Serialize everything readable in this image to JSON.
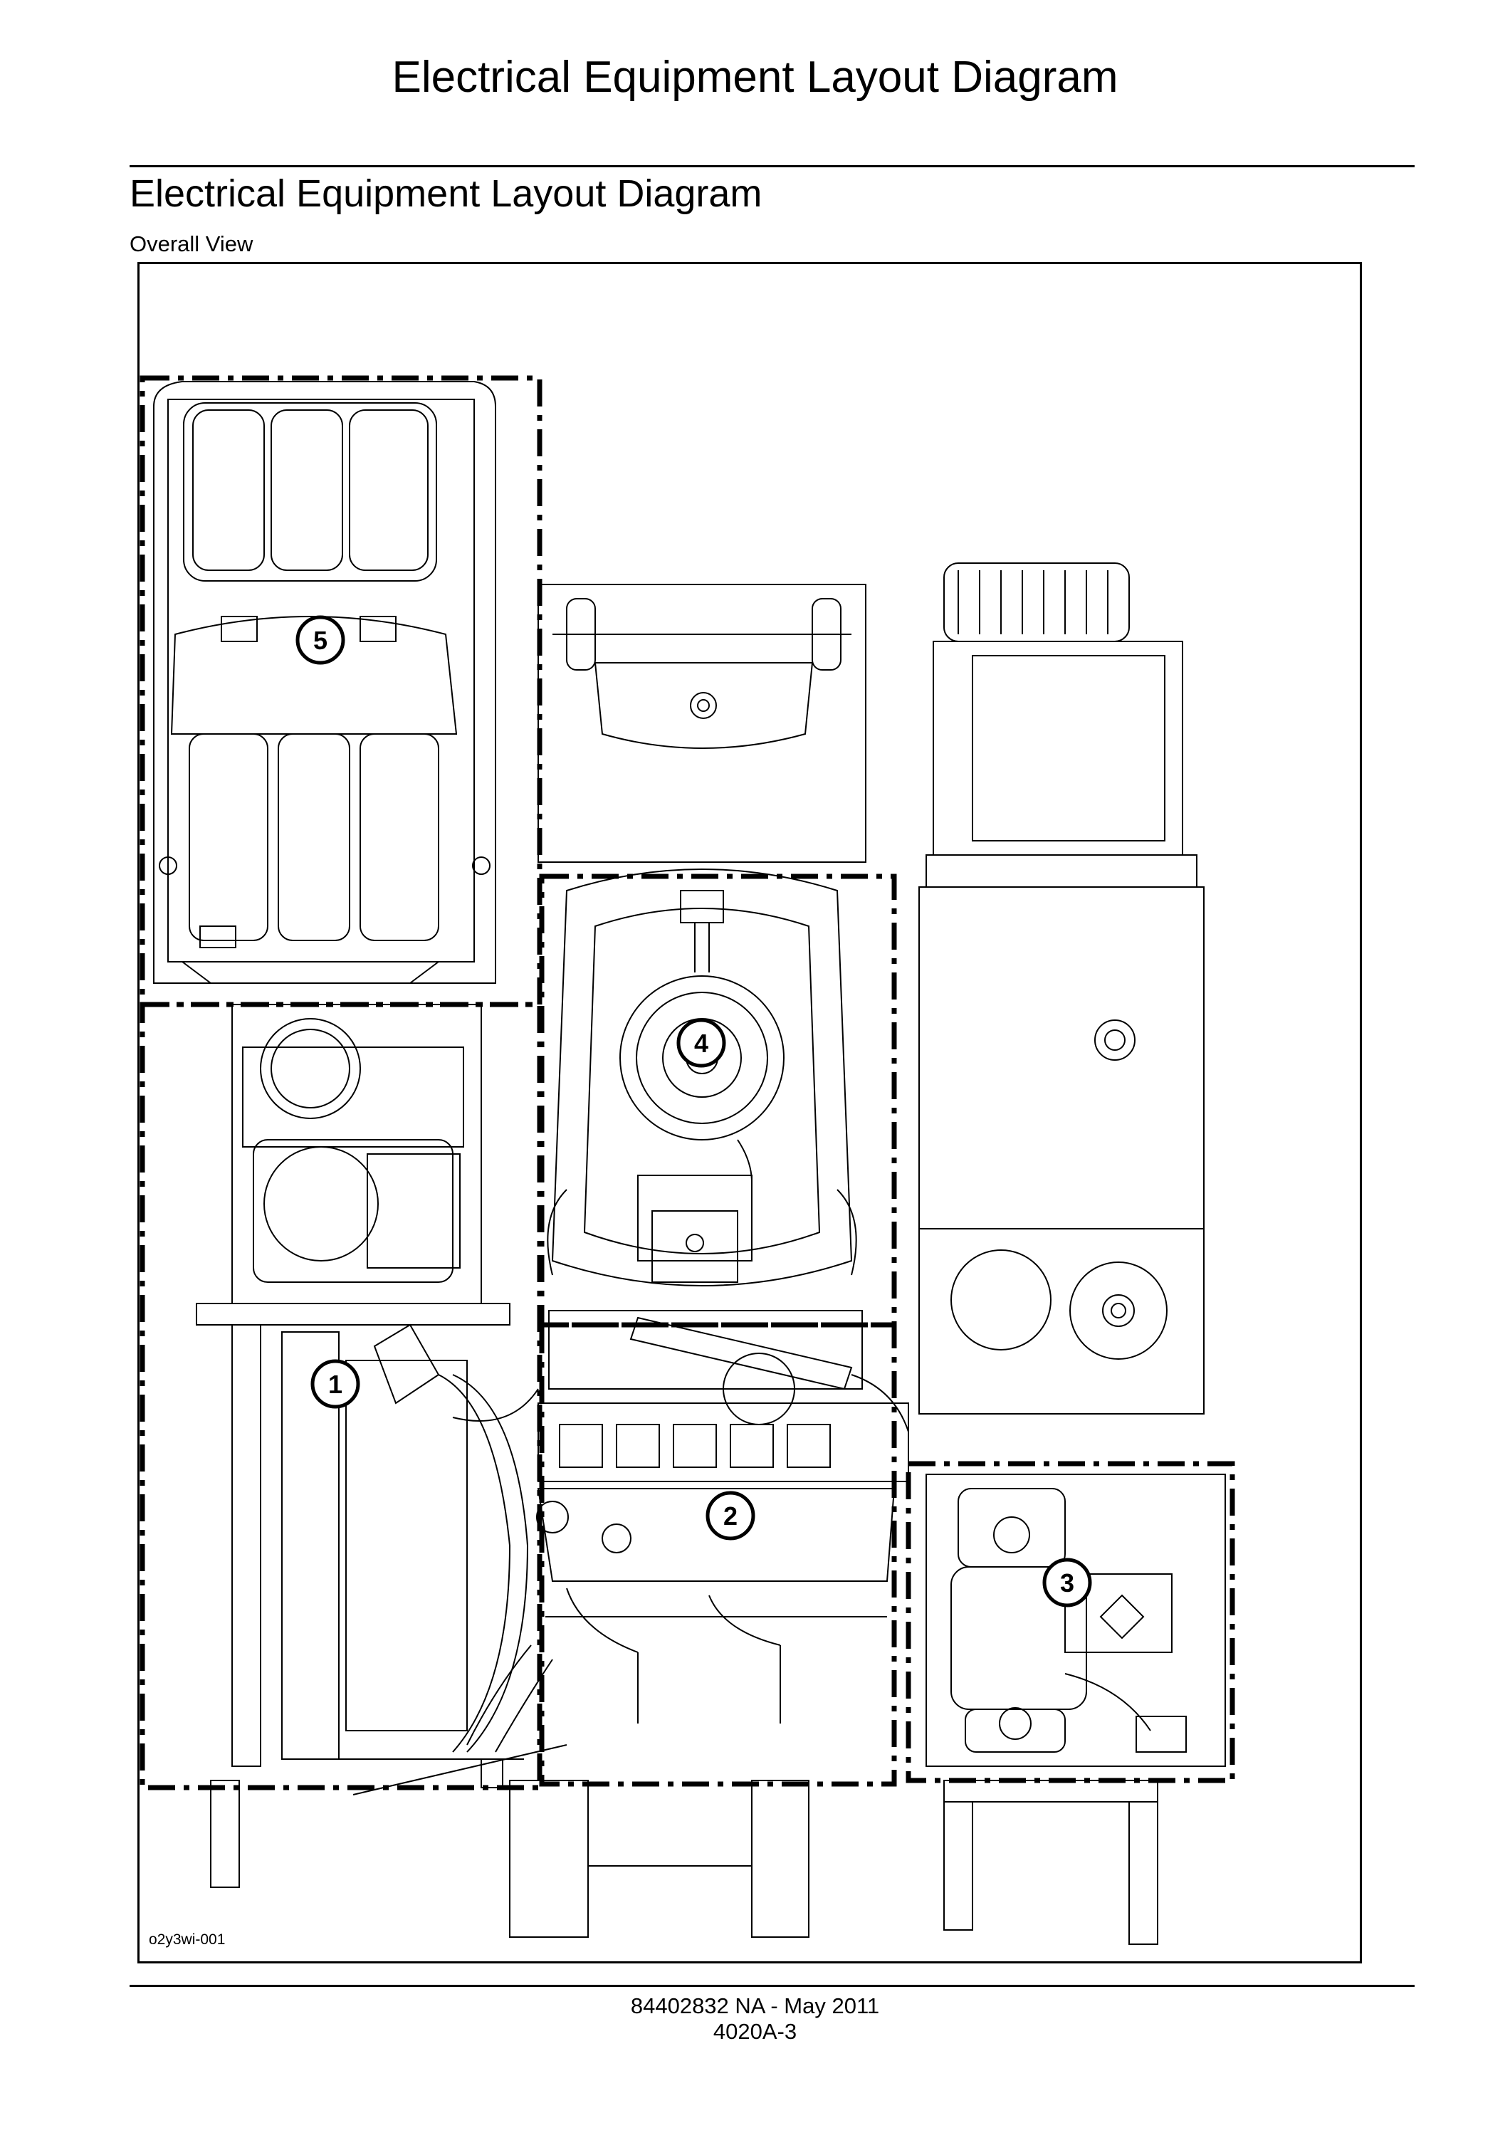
{
  "header": {
    "title": "Electrical Equipment Layout Diagram"
  },
  "section": {
    "title": "Electrical Equipment Layout Diagram",
    "subtitle": "Overall View"
  },
  "figure": {
    "id": "o2y3wi-001",
    "callouts": [
      "1",
      "2",
      "3",
      "4",
      "5"
    ]
  },
  "footer": {
    "doc_number": "84402832 NA - May 2011",
    "page": "4020A-3"
  }
}
